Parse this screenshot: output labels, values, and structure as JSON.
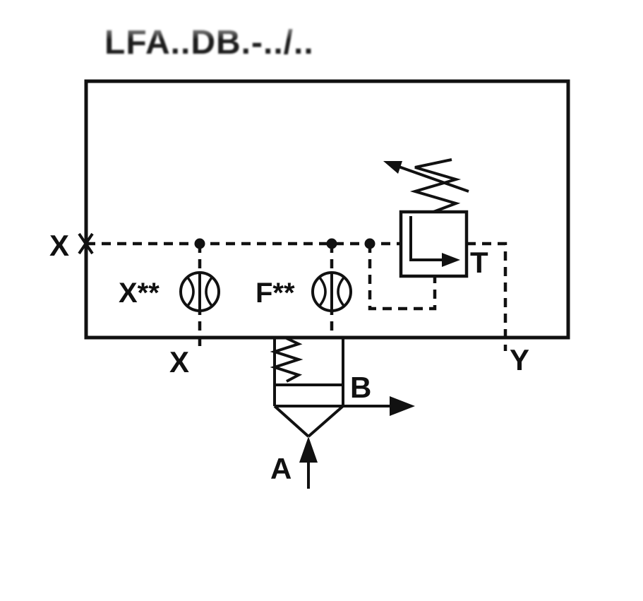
{
  "title": "LFA..DB.-../..",
  "ports": {
    "x_left": "X",
    "x_bottom": "X",
    "y": "Y",
    "t": "T",
    "a": "A",
    "b": "B"
  },
  "components": {
    "orifice_x_label": "X**",
    "orifice_f_label": "F**"
  },
  "colors": {
    "line": "#111111",
    "background": "#ffffff"
  }
}
